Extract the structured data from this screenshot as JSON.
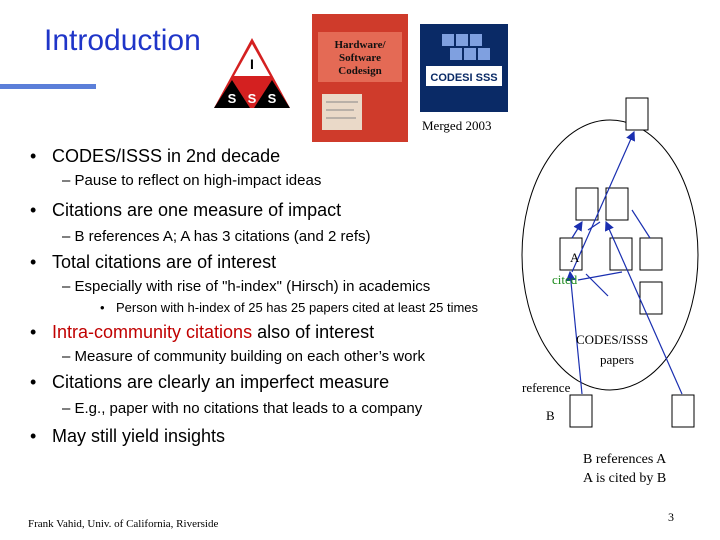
{
  "title": "Introduction",
  "logos": {
    "issss_logo_letters": [
      "I",
      "S",
      "S",
      "S"
    ],
    "book_title": "Hardware/ Software Codesign",
    "codesisss_logo_text": "CODESI SSS",
    "merged_caption": "Merged 2003"
  },
  "bullets": {
    "b1": "CODES/ISSS in 2nd decade",
    "b1_sub": "– Pause to reflect on high-impact ideas",
    "b2": "Citations are one measure of impact",
    "b2_sub": "– B references A; A has 3 citations (and 2 refs)",
    "b3": "Total citations are of interest",
    "b3_sub": "– Especially with rise of \"h-index\" (Hirsch) in academics",
    "b3_subsub": "Person with h-index of 25 has 25 papers cited at least 25 times",
    "b4_red": "Intra-community citations",
    "b4_rest": " also of interest",
    "b4_sub": "– Measure of community building on each other’s work",
    "b5": "Citations are clearly an imperfect measure",
    "b5_sub": "– E.g., paper with no citations that leads to a company",
    "b6": "May still yield insights"
  },
  "diagram": {
    "label_a": "A",
    "label_cited": "cited",
    "label_community": "CODES/ISSS",
    "label_papers": "papers",
    "label_reference": "reference",
    "label_b": "B",
    "caption_line1": "B references A",
    "caption_line2": "A is cited by B"
  },
  "footer": {
    "author": "Frank Vahid, Univ. of California, Riverside",
    "page_number": "3"
  },
  "colors": {
    "title": "#1f35c8",
    "red_text": "#c00000",
    "green_text": "#1a8a1a",
    "arrow": "#1a2fb0"
  }
}
